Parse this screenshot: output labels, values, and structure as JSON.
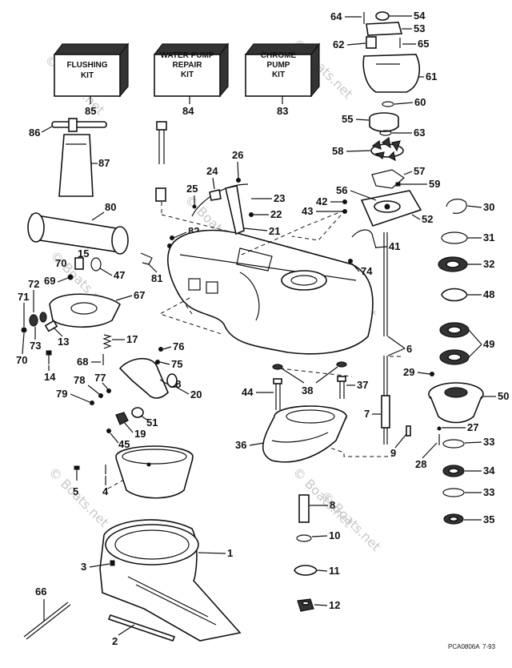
{
  "kits": [
    {
      "line1": "FLUSHING",
      "line2": "KIT",
      "line3": "",
      "number": "85"
    },
    {
      "line1": "WATER PUMP",
      "line2": "REPAIR",
      "line3": "KIT",
      "number": "84"
    },
    {
      "line1": "CHROME",
      "line2": "PUMP",
      "line3": "KIT",
      "number": "83"
    }
  ],
  "labels": {
    "l1": "1",
    "l2": "2",
    "l3": "3",
    "l4": "4",
    "l5": "5",
    "l6": "6",
    "l7": "7",
    "l8": "8",
    "l9": "9",
    "l10": "10",
    "l11": "11",
    "l12": "12",
    "l13": "13",
    "l14": "14",
    "l15": "15",
    "l17": "17",
    "l18": "18",
    "l19": "19",
    "l20": "20",
    "l21": "21",
    "l22": "22",
    "l23": "23",
    "l24": "24",
    "l25": "25",
    "l26": "26",
    "l27": "27",
    "l28": "28",
    "l29": "29",
    "l30": "30",
    "l31": "31",
    "l32": "32",
    "l33a": "33",
    "l33b": "33",
    "l34": "34",
    "l35": "35",
    "l36": "36",
    "l37": "37",
    "l38": "38",
    "l41": "41",
    "l42": "42",
    "l43": "43",
    "l44": "44",
    "l45": "45",
    "l47": "47",
    "l48": "48",
    "l49": "49",
    "l50": "50",
    "l51": "51",
    "l52": "52",
    "l53": "53",
    "l54": "54",
    "l55": "55",
    "l56": "56",
    "l57": "57",
    "l58": "58",
    "l59": "59",
    "l60": "60",
    "l61": "61",
    "l62": "62",
    "l63": "63",
    "l64": "64",
    "l65": "65",
    "l66": "66",
    "l67": "67",
    "l68": "68",
    "l69": "69",
    "l70a": "70",
    "l70b": "70",
    "l71": "71",
    "l72": "72",
    "l73": "73",
    "l74": "74",
    "l75": "75",
    "l76": "76",
    "l77": "77",
    "l78": "78",
    "l79": "79",
    "l80": "80",
    "l81": "81",
    "l82": "82",
    "l86": "86",
    "l87": "87"
  },
  "footer": {
    "code": "PCA0806A",
    "date": "7-93"
  },
  "watermarks": [
    "© Boats.net",
    "© Boats.net",
    "© Boats.net",
    "© Boats.net",
    "© Boats.net",
    "© Boats.net",
    "© Boats.net",
    "© Boats.net"
  ]
}
